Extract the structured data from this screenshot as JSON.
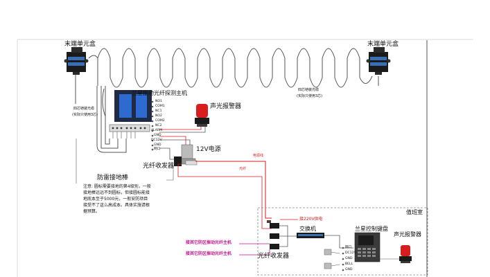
{
  "labels": {
    "terminal_box_left": "末端单元盒",
    "terminal_box_right": "末端单元盒",
    "cable_left_line1": "四芯铠装光缆",
    "cable_left_line2": "(实际只使用3芯)",
    "cable_right_line1": "四芯铠装光缆",
    "cable_right_line2": "(实际只使用3芯)",
    "host": "兰星振动光纤探测主机",
    "alarm_top": "声光报警器",
    "power_supply": "12V电源",
    "transceiver_top": "光纤收发器",
    "lightning_rod": "防雷接地棒",
    "power_line": "电源线",
    "fiber_line": "光纤",
    "duty_room": "值班室",
    "ac_power": "接220V供电",
    "switch": "交换机",
    "keyboard": "兰星控制键盘",
    "alarm_bottom": "声光报警器",
    "transceiver_bottom": "光纤收发器",
    "fiber_host_1": "接其它防区振动光纤主机",
    "fiber_host_2": "接其它防区振动光纤主机"
  },
  "note_text": "注意:  圆标需要接地的第4级别，一般接地棒远远不到圆标，但接圆标能接地底本至于5000元，一般安防项目接受不了这么高成本。具体实施请根据预算。",
  "host_pins": [
    "NO1",
    "COM1",
    "NC1",
    "NO2",
    "COM2",
    "NC2",
    "ALARM",
    "GND",
    "DC12V",
    "GND",
    "网口"
  ],
  "keyboard_pins": [
    "网口",
    "DC12V",
    "GND",
    "BELL",
    "GND"
  ],
  "colors": {
    "power_line": "#d81b1b",
    "fiber_line": "#d81b1b",
    "fiber_input": "#c0158c",
    "device_blue": "#1e3a8a"
  }
}
